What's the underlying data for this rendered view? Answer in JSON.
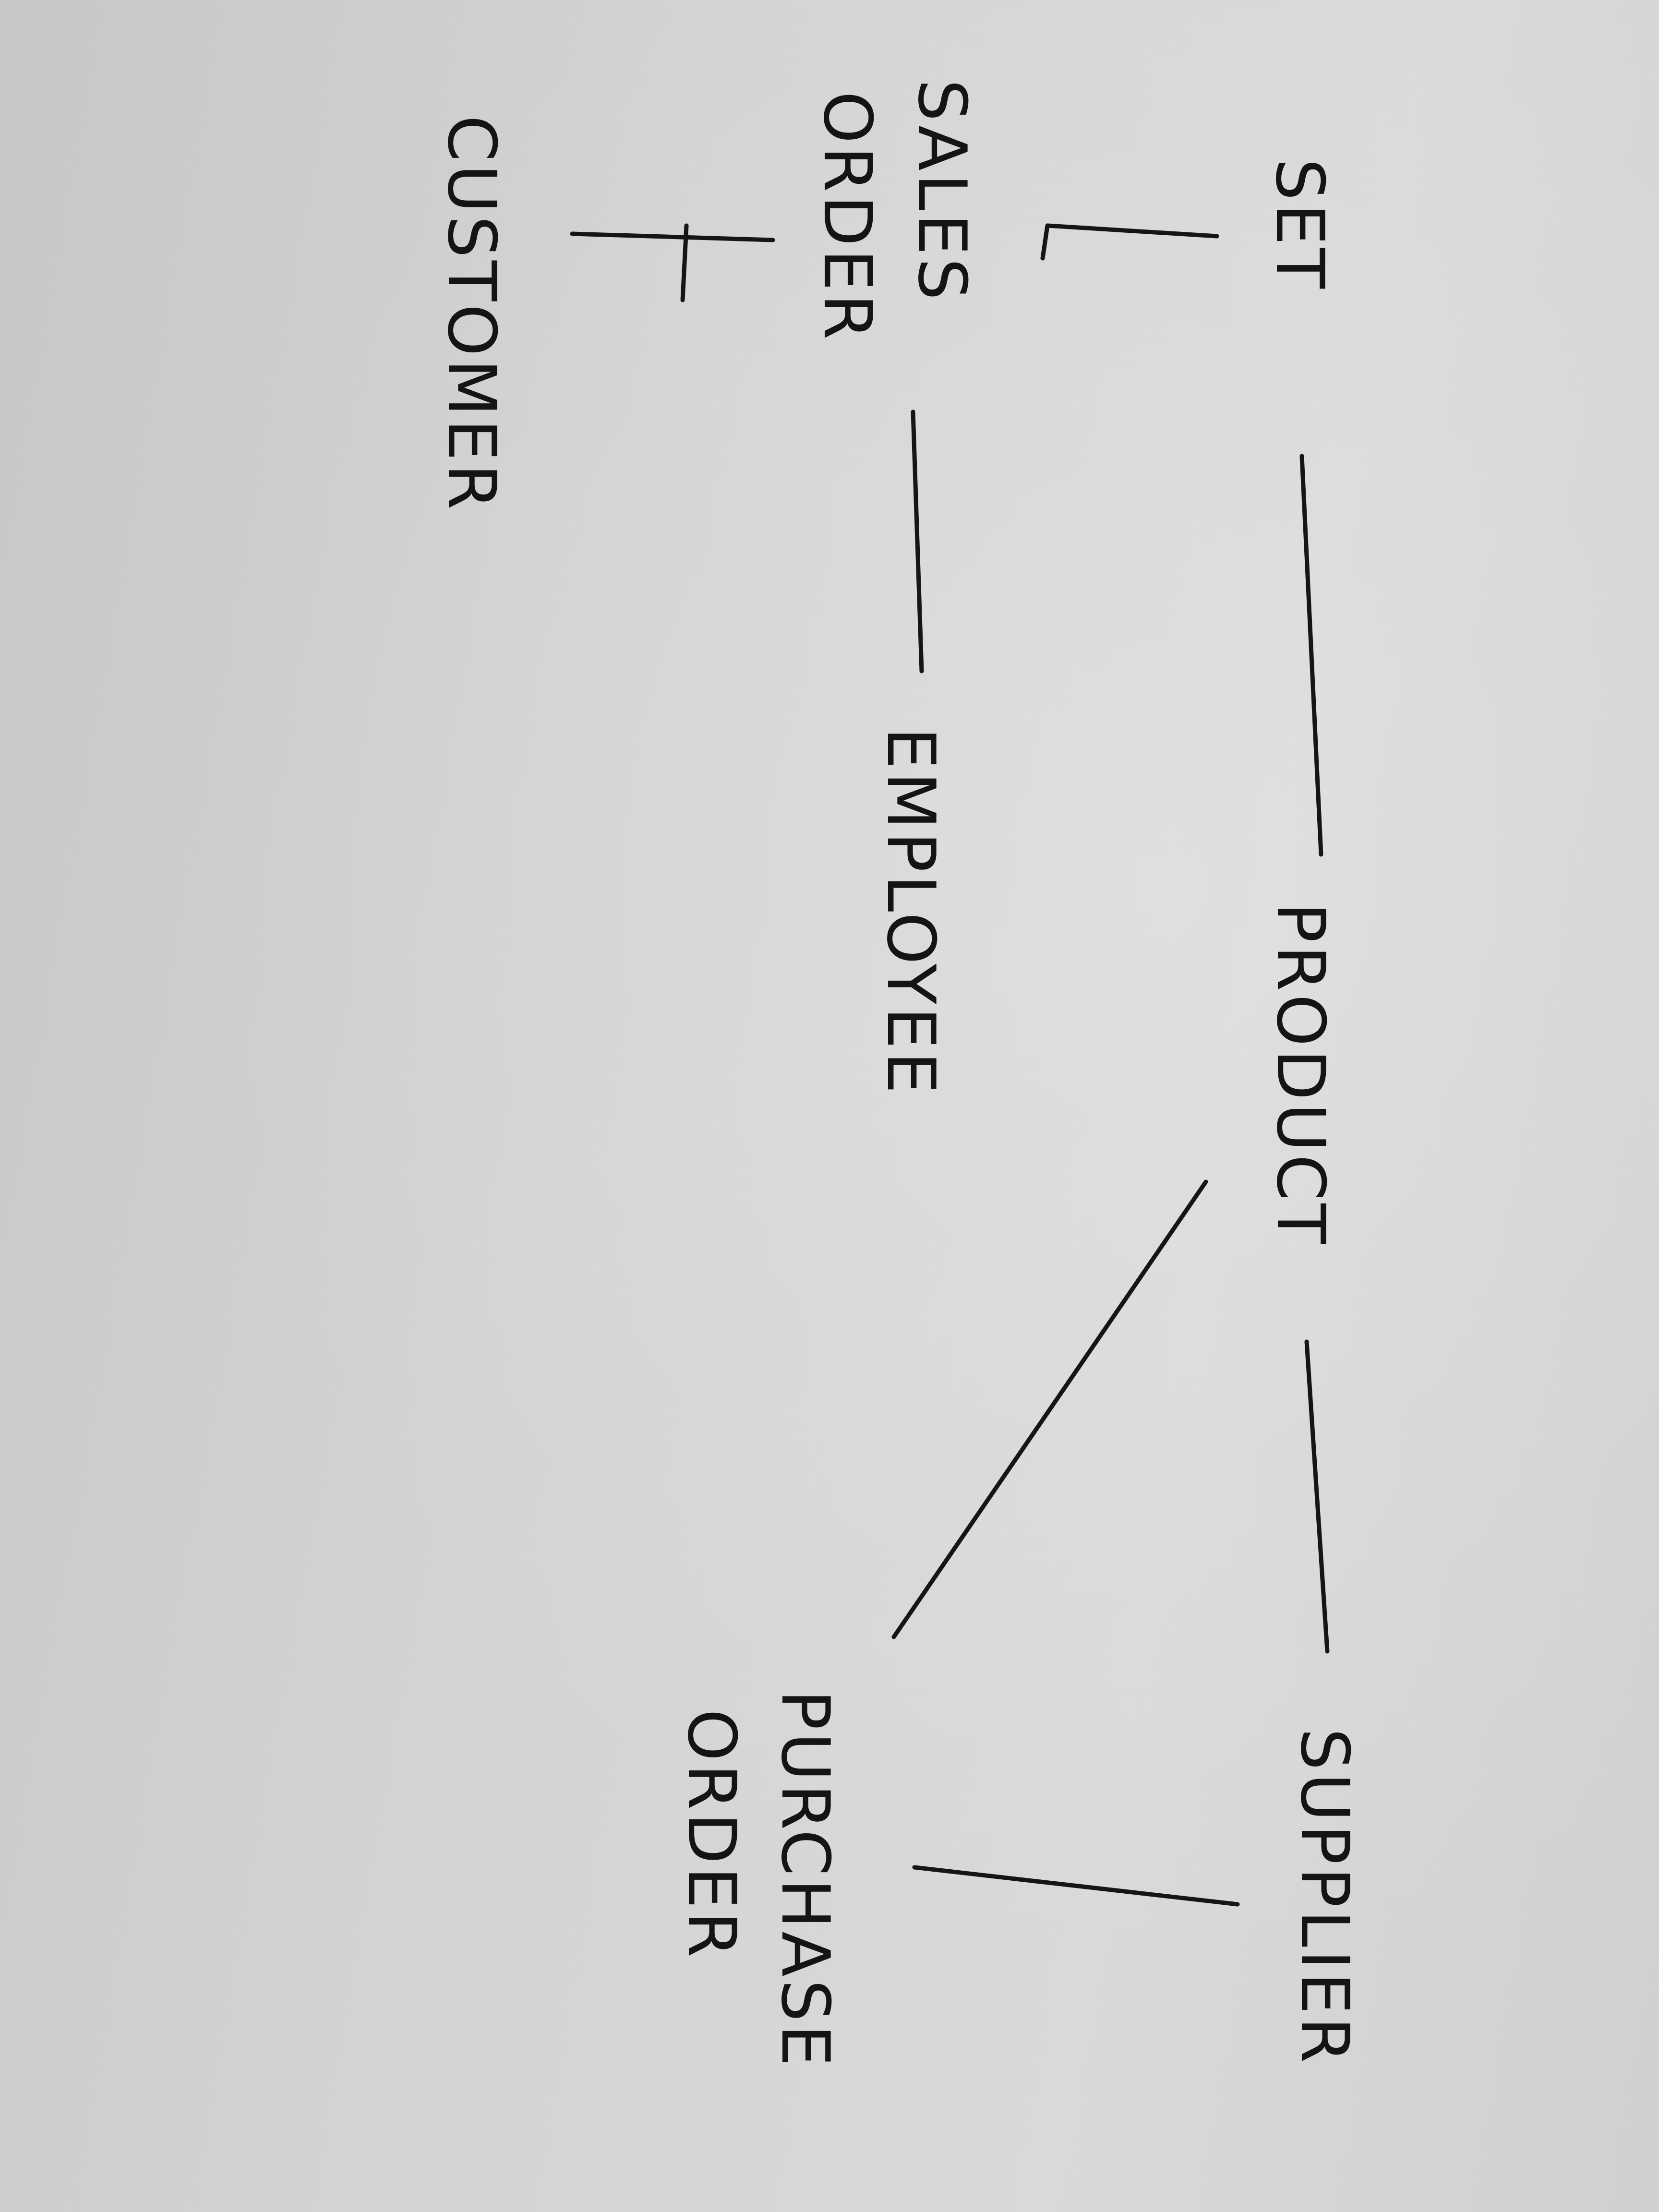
{
  "diagram": {
    "nodes": {
      "set": "SET",
      "product": "PRODUCT",
      "supplier": "SUPPLIER",
      "sales_order_line1": "SALES",
      "sales_order_line2": "ORDER",
      "employee": "EMPLOYEE",
      "customer": "CUSTOMER",
      "purchase_order_line1": "PURCHASE",
      "purchase_order_line2": "ORDER"
    },
    "edges": [
      [
        "SET",
        "PRODUCT"
      ],
      [
        "PRODUCT",
        "SUPPLIER"
      ],
      [
        "PRODUCT",
        "PURCHASE ORDER"
      ],
      [
        "SUPPLIER",
        "PURCHASE ORDER"
      ],
      [
        "SET",
        "SALES ORDER"
      ],
      [
        "SALES ORDER",
        "EMPLOYEE"
      ],
      [
        "SALES ORDER",
        "CUSTOMER"
      ]
    ]
  }
}
